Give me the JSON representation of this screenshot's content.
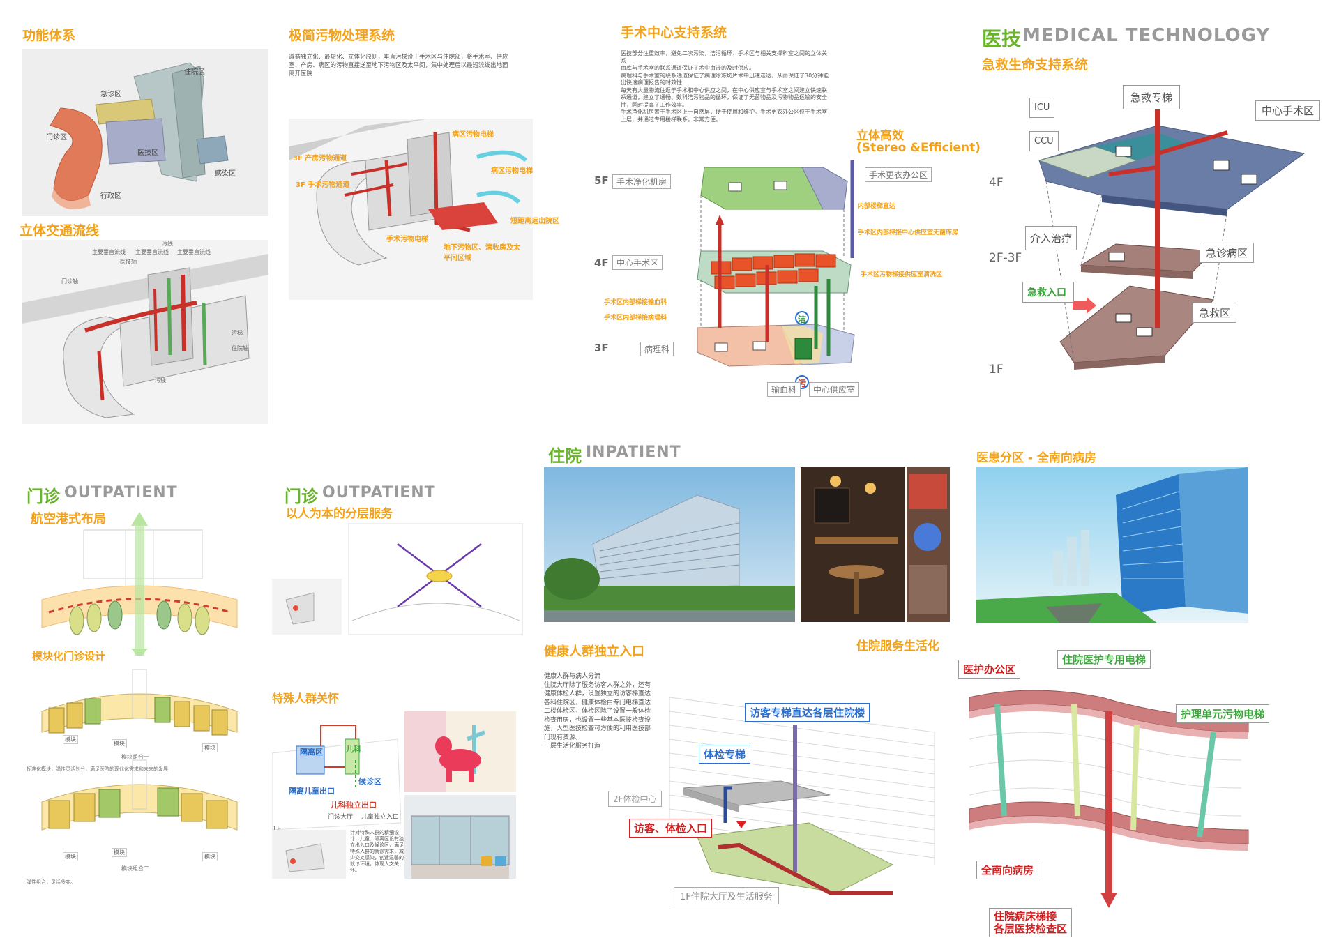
{
  "section_functional": {
    "title": "功能体系",
    "labels": [
      "住院区",
      "急诊区",
      "门诊区",
      "医技区",
      "感染区",
      "行政区"
    ]
  },
  "section_traffic": {
    "title": "立体交通流线",
    "labels": [
      "门诊轴",
      "主要垂直流线",
      "医技轴",
      "主要垂直流线",
      "污线",
      "主要垂直流线",
      "污梯",
      "住院轴",
      "污线"
    ]
  },
  "section_waste": {
    "title": "极简污物处理系统",
    "text": "遵循独立化、最短化、立体化原则，垂直污梯设于手术区与住院部，将手术室、供应室、产房、病区的污物直接送至地下污物区及太平间，集中处理后以最短流线出地面离开医院",
    "labels": [
      "病区污物电梯",
      "3F 产房污物通道",
      "3F 手术污物通道",
      "病区污物电梯",
      "手术污物电梯",
      "地下污物区、清收房及太平间区域",
      "短距离运出院区"
    ]
  },
  "section_surgery": {
    "title": "手术中心支持系统",
    "text": "医技部分注重效率，避免二次污染，洁污循环；手术区与相关支撑科室之间的立体关系\n血库与手术室的联系通道保证了术中血液的及时供应。\n病理科与手术室的联系通道保证了病理冰冻切片术中迅速送达，从而保证了30分钟能出快速病理报告的时效性\n每天有大量物流往返于手术和中心供应之间，在中心供应室与手术室之间建立快速联系通道，建立了通畅、数科洁污物品的循环，保证了无菌物品及污物物品运输的安全性，同时提高了工作效率。\n手术净化机房置于手术区上一自然层，便于使用和维护。手术更衣办公区位于手术室上层，并通过专用楼梯联系，非常方便。",
    "subtitle_cn": "立体高效",
    "subtitle_en": "(Stereo &Efficient)",
    "floors": [
      "5F",
      "4F",
      "3F"
    ],
    "tags": [
      "手术净化机房",
      "手术更衣办公区",
      "中心手术区",
      "病理科",
      "输血科",
      "中心供应室"
    ],
    "annotations": [
      "内部楼梯直达",
      "手术区内部梯接中心供应室无菌库房",
      "手术区污物梯接供应室清洗区",
      "手术区内部梯接输血科",
      "手术区内部梯接病理科"
    ],
    "clean_mark": "洁",
    "dirty_mark": "污"
  },
  "section_medtech": {
    "title_cn": "医技",
    "title_en": "MEDICAL TECHNOLOGY",
    "subtitle": "急救生命支持系统",
    "floors": [
      "4F",
      "2F-3F",
      "1F"
    ],
    "tags": [
      "急救专梯",
      "ICU",
      "CCU",
      "中心手术区",
      "介入治疗",
      "急诊病区",
      "急救区"
    ],
    "entrance": "急救入口"
  },
  "section_outpatient1": {
    "title_cn": "门诊",
    "title_en": "OUTPATIENT",
    "subtitle": "航空港式布局",
    "subtitle2": "模块化门诊设计",
    "module_labels": [
      "模块",
      "模块",
      "模块",
      "模块",
      "模块",
      "模块"
    ],
    "caption1": "模块组合一",
    "caption2": "模块组合二",
    "note1": "标准化模块，弹性灵活划分，满足医院的现代化需求和未来的发展",
    "note2": "弹性组合，灵活多变。"
  },
  "section_outpatient2": {
    "title_cn": "门诊",
    "title_en": "OUTPATIENT",
    "subtitle": "以人为本的分层服务",
    "subtitle2": "特殊人群关怀",
    "labels": [
      "隔离区",
      "儿科",
      "候诊区",
      "隔离儿童出口",
      "儿科独立出口",
      "门诊大厅",
      "儿童独立入口"
    ],
    "floor": "1F",
    "text": "针对特殊人群的精细设计，儿童、隔离区设有独立出入口及候诊区，满足特殊人群的就诊需求，减少交叉感染，创造温馨的就诊环境，体现人文关怀。"
  },
  "section_inpatient": {
    "title_cn": "住院",
    "title_en": "INPATIENT",
    "subtitle": "健康人群独立入口",
    "subtitle2": "住院服务生活化",
    "text": "健康人群与病人分流\n住院大厅除了服务访客人群之外，还有健康体检人群，设置独立的访客梯直达各科住院区，健康体检由专门电梯直达二楼体检区，体检区除了设置一般体检检查用房，也设置一些基本医技检查设施，大型医技检查可方便的利用医技部门现有资源。\n一层生活化服务打造",
    "labels": [
      "访客专梯直达各层住院楼",
      "体检专梯",
      "2F体检中心",
      "访客、体检入口",
      "1F住院大厅及生活服务"
    ]
  },
  "section_ward": {
    "title": "医患分区 - 全南向病房",
    "labels": [
      "医护办公区",
      "住院医护专用电梯",
      "护理单元污物电梯",
      "全南向病房",
      "住院病床梯接\n各层医技检查区"
    ]
  },
  "colors": {
    "orange": "#f2a21a",
    "green": "#6ab42d",
    "gray_title": "#9a9a9a",
    "red": "#c8302a",
    "blue": "#2a6fd0"
  }
}
